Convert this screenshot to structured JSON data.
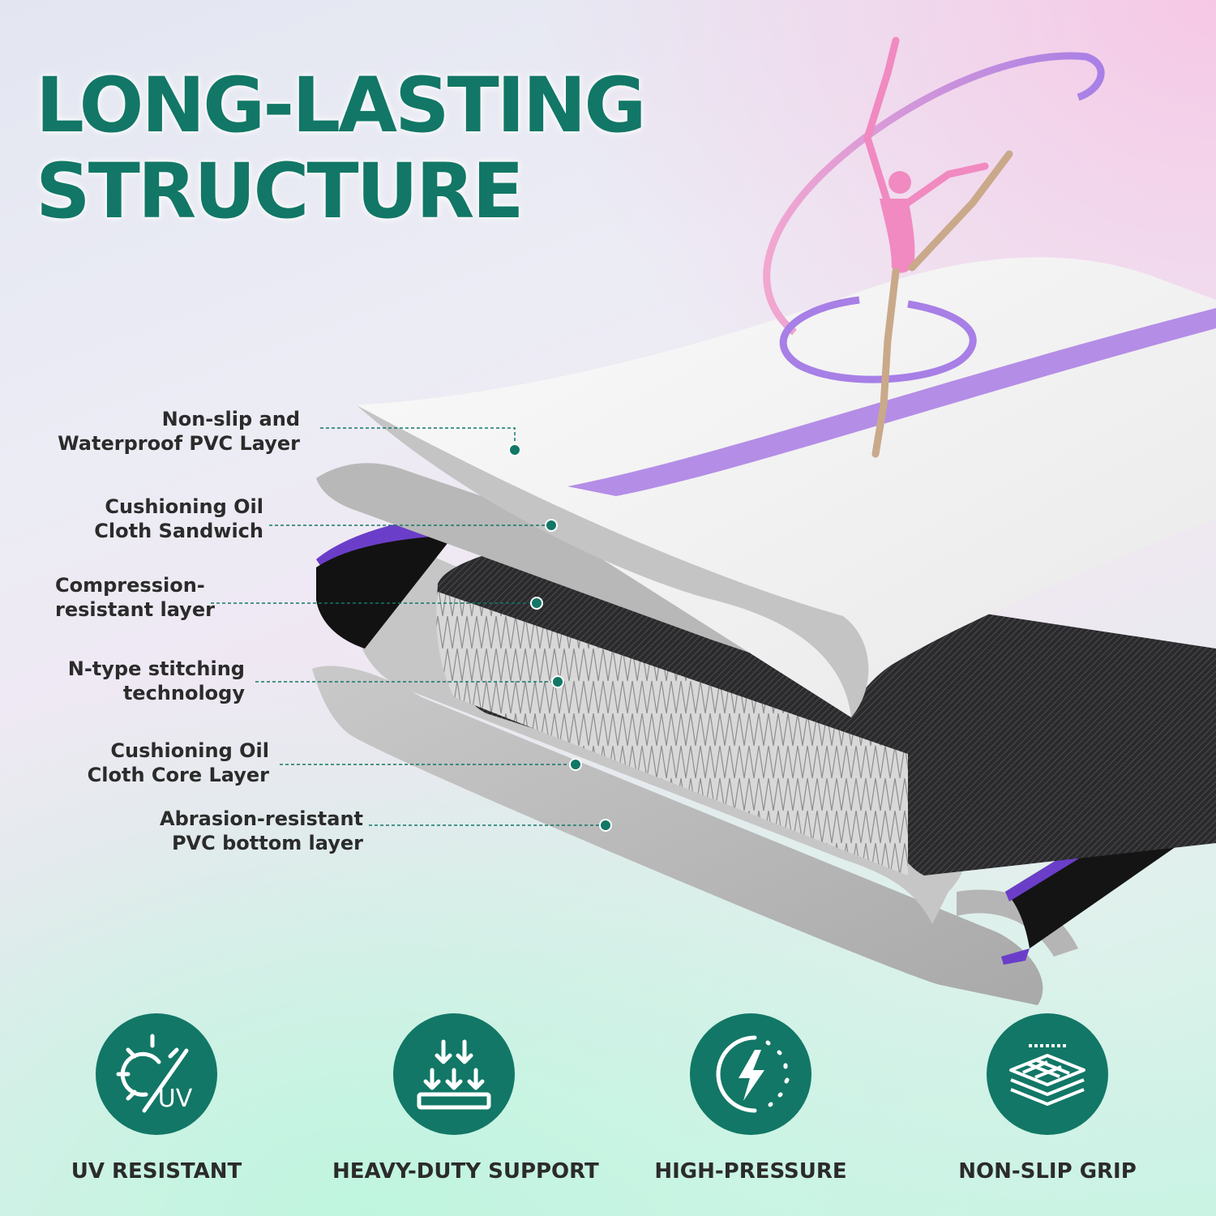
{
  "headline": {
    "line1": "LONG-LASTING",
    "line2": "STRUCTURE"
  },
  "layers": [
    {
      "label_line1": "Non-slip and",
      "label_line2": "Waterproof PVC Layer"
    },
    {
      "label_line1": "Cushioning Oil",
      "label_line2": "Cloth Sandwich"
    },
    {
      "label_line1": "Compression-",
      "label_line2": "resistant layer"
    },
    {
      "label_line1": "N-type stitching",
      "label_line2": "technology"
    },
    {
      "label_line1": "Cushioning Oil",
      "label_line2": "Cloth Core Layer"
    },
    {
      "label_line1": "Abrasion-resistant",
      "label_line2": "PVC bottom layer"
    }
  ],
  "features": [
    {
      "icon": "uv-sun-icon",
      "label": "UV RESISTANT",
      "icon_text": "UV"
    },
    {
      "icon": "pressure-arrows-icon",
      "label": "HEAVY-DUTY SUPPORT"
    },
    {
      "icon": "lightning-gauge-icon",
      "label": "HIGH-PRESSURE"
    },
    {
      "icon": "non-slip-layers-icon",
      "label": "NON-SLIP GRIP"
    }
  ],
  "colors": {
    "brand": "#127766",
    "accent_purple": "#7b3fd1",
    "ribbon": "#b98be8",
    "leotard": "#f08ac0"
  }
}
